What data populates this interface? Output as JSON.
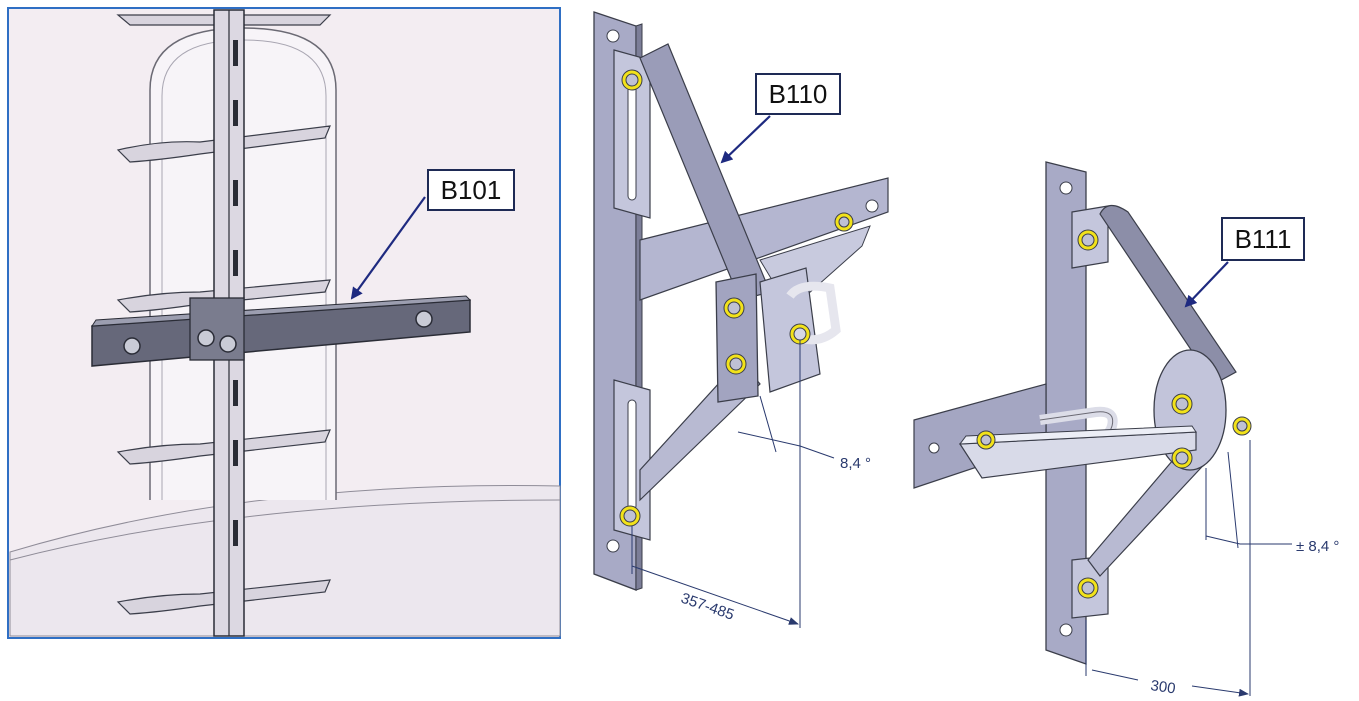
{
  "labels": {
    "b101": "B101",
    "b110": "B110",
    "b111": "B111"
  },
  "dimensions": {
    "b110_angle": "8,4 °",
    "b110_span": "357-485",
    "b111_angle": "± 8,4 °",
    "b111_span": "300"
  },
  "colors": {
    "frame_border": "#2f6fc4",
    "panel_background": "#f3edf2",
    "steel": "#a3a6c2",
    "steel_dark": "#55576a",
    "bolt_ring": "#f2e21a",
    "callout_arrow": "#1e2a80",
    "dimension_line": "#2a3a6e",
    "label_border": "#1e2a55"
  }
}
